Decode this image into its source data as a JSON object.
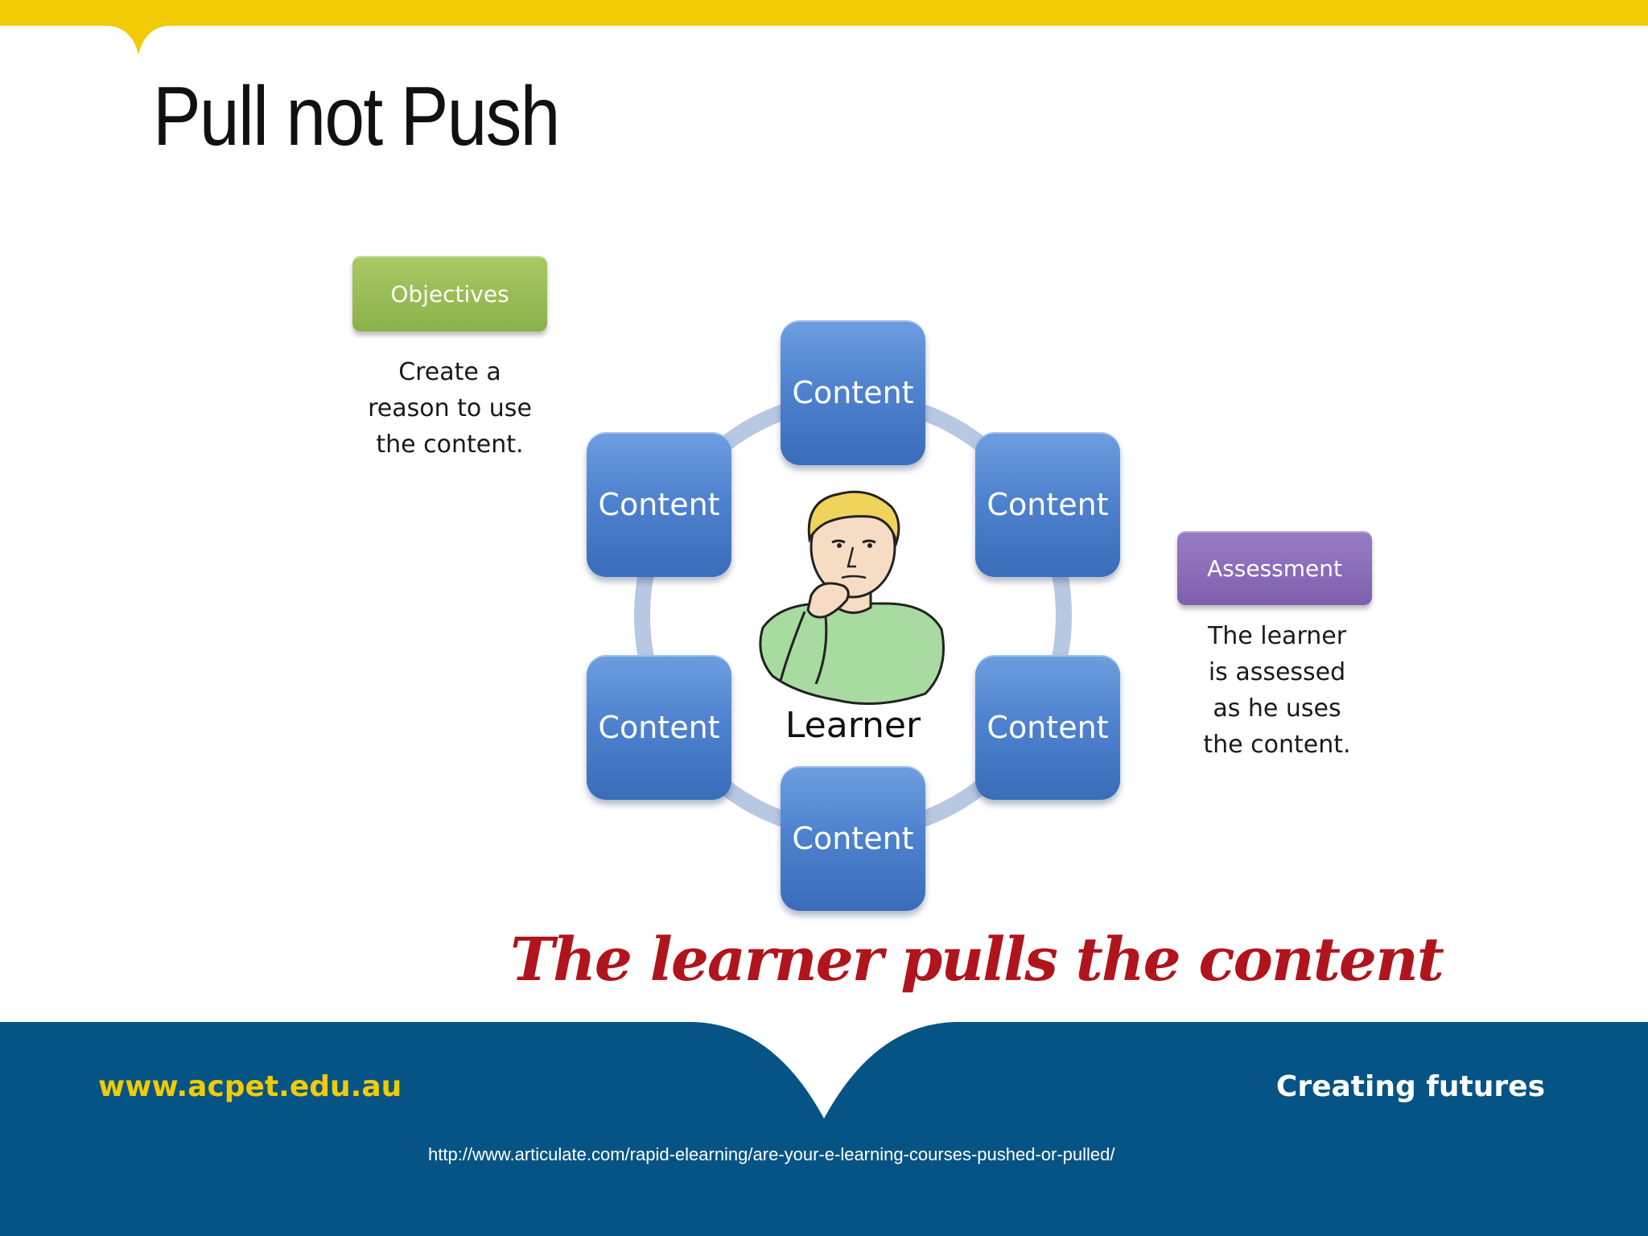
{
  "slide": {
    "title": "Pull not Push",
    "brand_colors": {
      "yellow": "#f2cb05",
      "navy": "#065485",
      "tile_blue": "#4f83cf",
      "slogan_red": "#b0141c"
    }
  },
  "diagram": {
    "content_tiles": [
      "Content",
      "Content",
      "Content",
      "Content",
      "Content",
      "Content"
    ],
    "center_label": "Learner",
    "objectives": {
      "label": "Objectives",
      "note": "Create a\nreason to use\nthe content."
    },
    "assessment": {
      "label": "Assessment",
      "note": "The learner\nis assessed\nas he uses\nthe content."
    },
    "slogan": "The learner pulls the content"
  },
  "footer": {
    "website": "www.acpet.edu.au",
    "tagline": "Creating futures",
    "source_url": "http://www.articulate.com/rapid-elearning/are-your-e-learning-courses-pushed-or-pulled/"
  }
}
